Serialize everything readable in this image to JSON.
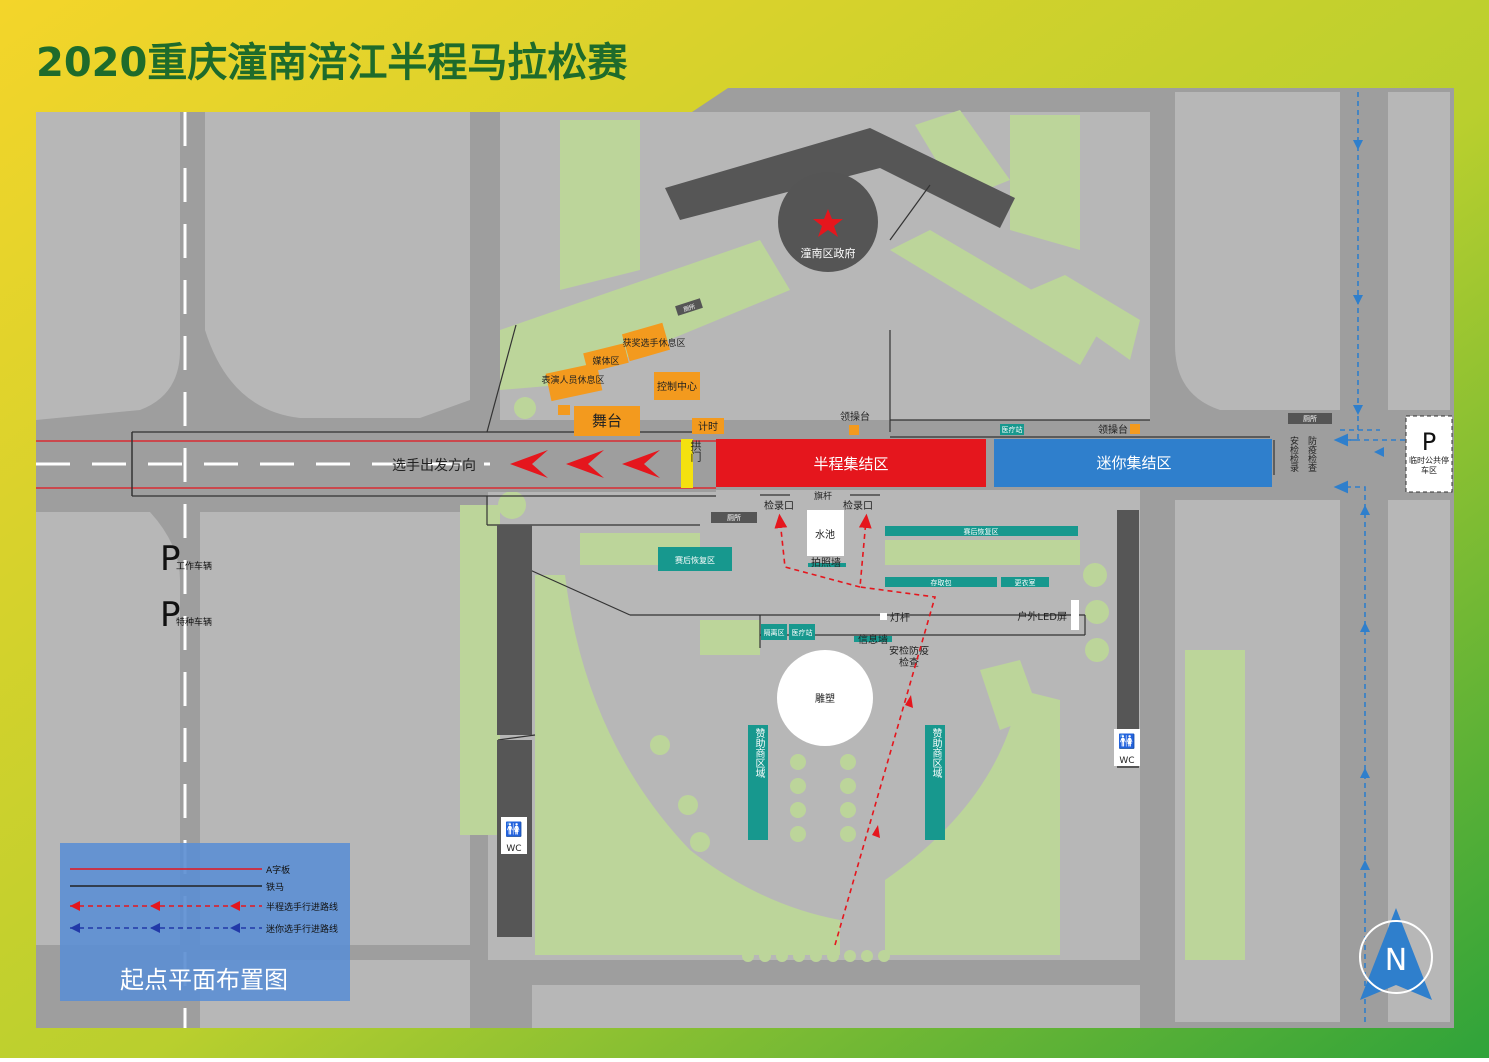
{
  "title": "2020重庆潼南涪江半程马拉松赛",
  "subtitle_box": "起点平面布置图",
  "colors": {
    "bg_left": "#f2d42a",
    "bg_right": "#3aa83a",
    "title": "#1e6b2b",
    "road": "#9c9c9c",
    "block": "#b5b5b5",
    "green": "#bcd59a",
    "dark": "#555555",
    "orange": "#f39a1e",
    "teal": "#17988e",
    "red": "#e5161d",
    "blue": "#2f7fcc",
    "legend_bg": "#5d8fd3"
  },
  "labels": {
    "government": "潼南区政府",
    "direction": "选手出发方向",
    "arch": "拱门",
    "half_zone": "半程集结区",
    "mini_zone": "迷你集结区",
    "stage": "舞台",
    "timing": "计时",
    "control_center": "控制中心",
    "performer_rest": "表演人员休息区",
    "media_zone": "媒体区",
    "winner_rest": "获奖选手休息区",
    "toilet_small_1": "厕所",
    "toilet_small_2": "厕所",
    "toilet_small_3": "厕所",
    "claim_stage_1": "领操台",
    "claim_stage_2": "领操台",
    "medical_1": "医疗站",
    "medical_2": "医疗站",
    "checkpoint_1": "检录口",
    "checkpoint_2": "检录口",
    "flagpole": "旗杆",
    "pool": "水池",
    "photo_wall": "拍照墙",
    "recovery_1": "赛后恢复区",
    "recovery_2": "赛后恢复区",
    "bag_storage": "存取包",
    "changing": "更衣室",
    "isolation": "隔离区",
    "info_wall": "信息墙",
    "light_pole": "灯杆",
    "led_screen": "户外LED屏",
    "security": "安检防疫检查",
    "sculpture": "雕塑",
    "sponsor_1": "赞助商区域",
    "sponsor_2": "赞助商区域",
    "wc_1": "WC",
    "wc_2": "WC",
    "parking_work": "工作车辆",
    "parking_special": "特种车辆",
    "security_check_stack": "安检检录",
    "epidemic_check_stack": "防疫检查",
    "temp_parking": "临时公共停车区",
    "compass": "N",
    "p_letter": "P"
  },
  "legend": [
    {
      "label": "A字板",
      "style": "red-line"
    },
    {
      "label": "铁马",
      "style": "black-line"
    },
    {
      "label": "半程选手行进路线",
      "style": "red-dashed-arrow"
    },
    {
      "label": "迷你选手行进路线",
      "style": "blue-dashed-arrow"
    }
  ]
}
